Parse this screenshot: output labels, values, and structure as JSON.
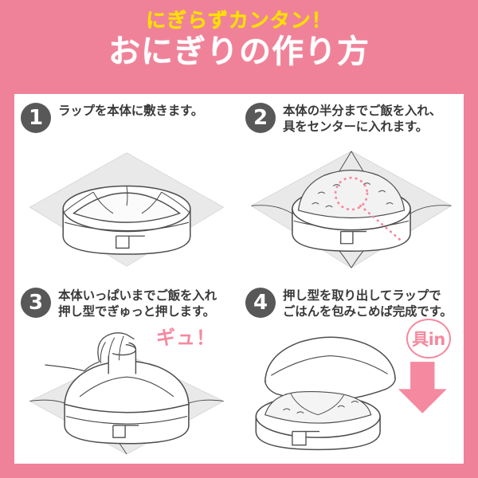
{
  "colors": {
    "frame_pink": "#ef8299",
    "subtitle_yellow": "#ffe100",
    "title_white": "#ffffff",
    "badge_gray": "#585858",
    "text_gray": "#3a3a3a",
    "accent_pink": "#f5899f",
    "panel_white": "#ffffff",
    "line_gray": "#4d4d4d",
    "wrap_gray": "#e8e8e8"
  },
  "header": {
    "subtitle": "にぎらずカンタン！",
    "title": "おにぎりの作り方"
  },
  "steps": [
    {
      "number": "1",
      "lines": [
        "ラップを本体に敷きます。"
      ],
      "illustration": "mold-with-plastic-wrap"
    },
    {
      "number": "2",
      "lines": [
        "本体の半分までご飯を入れ、",
        "具をセンターに入れます。"
      ],
      "illustration": "mold-half-filled-with-rice"
    },
    {
      "number": "3",
      "lines": [
        "本体いっぱいまでご飯を入れ",
        "押し型でぎゅっと押します。"
      ],
      "illustration": "hand-pressing-mold"
    },
    {
      "number": "4",
      "lines": [
        "押し型を取り出してラップで",
        "ごはんを包みこめば完成です。"
      ],
      "illustration": "lid-lifted-finished-onigiri"
    }
  ],
  "annotations": {
    "filling_badge": "具in",
    "squeeze_sfx": "ギュ！"
  }
}
